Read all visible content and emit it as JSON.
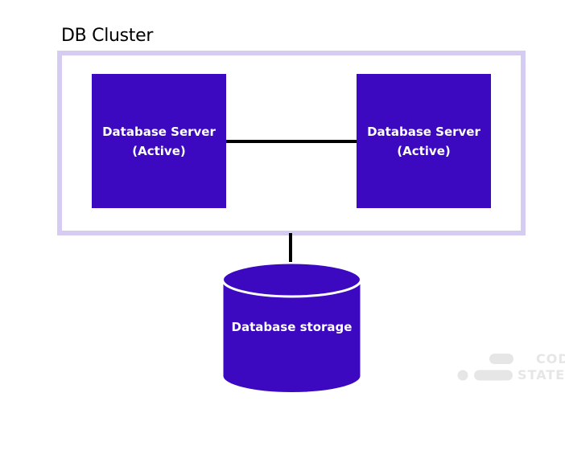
{
  "cluster": {
    "title": "DB Cluster",
    "border_color": "#d6cbf1"
  },
  "servers": [
    {
      "line1": "Database Server",
      "line2": "(Active)"
    },
    {
      "line1": "Database Server",
      "line2": "(Active)"
    }
  ],
  "storage": {
    "label": "Database storage"
  },
  "colors": {
    "node_fill": "#3c09c0",
    "node_stroke": "#ffffff",
    "connector": "#000000",
    "watermark": "#e6e6e6"
  },
  "watermark": {
    "line1": "COD",
    "line2": "STATE"
  }
}
